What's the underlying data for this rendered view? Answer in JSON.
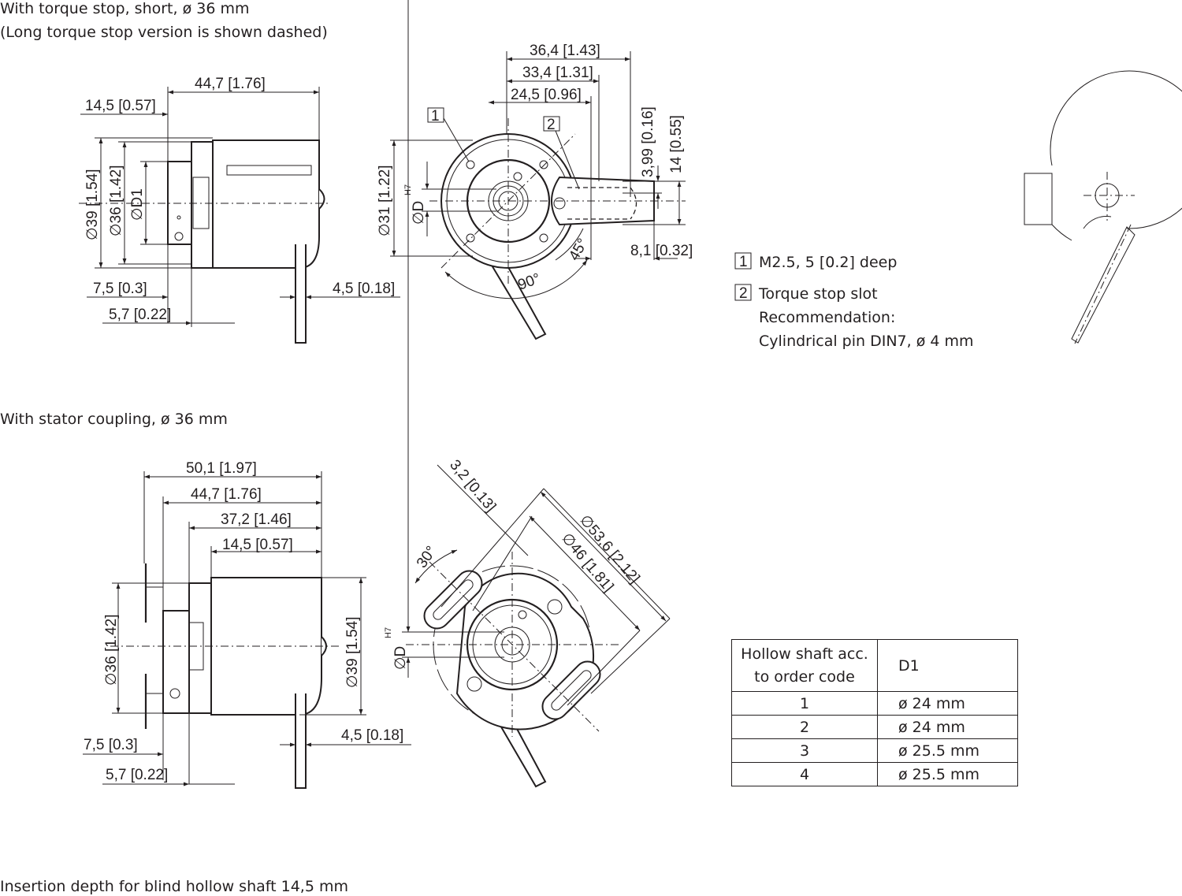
{
  "section1": {
    "title": "With torque stop, short, ø 36 mm",
    "subtitle": "(Long torque stop version is shown dashed)",
    "side_view": {
      "d_total": "44,7 [1.76]",
      "d_insert": "14,5 [0.57]",
      "d_dia39": "∅39 [1.54]",
      "d_dia36": "∅36 [1.42]",
      "d_D1": "∅D1",
      "d_7_5": "7,5 [0.3]",
      "d_5_7": "5,7 [0.22]",
      "d_4_5": "4,5 [0.18]"
    },
    "front_view": {
      "d_36_4": "36,4 [1.43]",
      "d_33_4": "33,4 [1.31]",
      "d_24_5": "24,5 [0.96]",
      "d_3_99": "3,99 [0.16]",
      "d_14": "14 [0.55]",
      "d_8_1": "8,1 [0.32]",
      "d_dia31": "∅31 [1.22]",
      "d_D": "∅D",
      "d_H7": "H7",
      "angle_45": "45°",
      "angle_90": "90°",
      "callout_1": "1",
      "callout_2": "2"
    },
    "legend": [
      {
        "num": "1",
        "lines": [
          "M2.5, 5 [0.2] deep"
        ]
      },
      {
        "num": "2",
        "lines": [
          "Torque stop slot",
          "Recommendation:",
          "Cylindrical pin DIN7, ø 4 mm"
        ]
      }
    ]
  },
  "section2": {
    "title": "With stator coupling, ø 36 mm",
    "side_view": {
      "d_50_1": "50,1 [1.97]",
      "d_44_7": "44,7 [1.76]",
      "d_37_2": "37,2 [1.46]",
      "d_14_5": "14,5 [0.57]",
      "d_dia36": "∅36 [1.42]",
      "d_dia39": "∅39 [1.54]",
      "d_7_5": "7,5 [0.3]",
      "d_5_7": "5,7 [0.22]",
      "d_4_5": "4,5 [0.18]"
    },
    "front_view": {
      "d_3_2": "3,2 [0.13]",
      "d_dia53_6": "∅53,6 [2.12]",
      "d_dia46": "∅46 [1.81]",
      "angle_30": "30°",
      "d_D": "∅D",
      "d_H7": "H7"
    },
    "table": {
      "headers": [
        "Hollow shaft acc. to order code",
        "D1"
      ],
      "header_lines": [
        "Hollow shaft acc.",
        "to order code"
      ],
      "rows": [
        [
          "1",
          "ø 24 mm"
        ],
        [
          "2",
          "ø 24 mm"
        ],
        [
          "3",
          "ø 25.5 mm"
        ],
        [
          "4",
          "ø 25.5 mm"
        ]
      ]
    }
  },
  "footer": "Insertion depth for blind hollow shaft 14,5 mm"
}
